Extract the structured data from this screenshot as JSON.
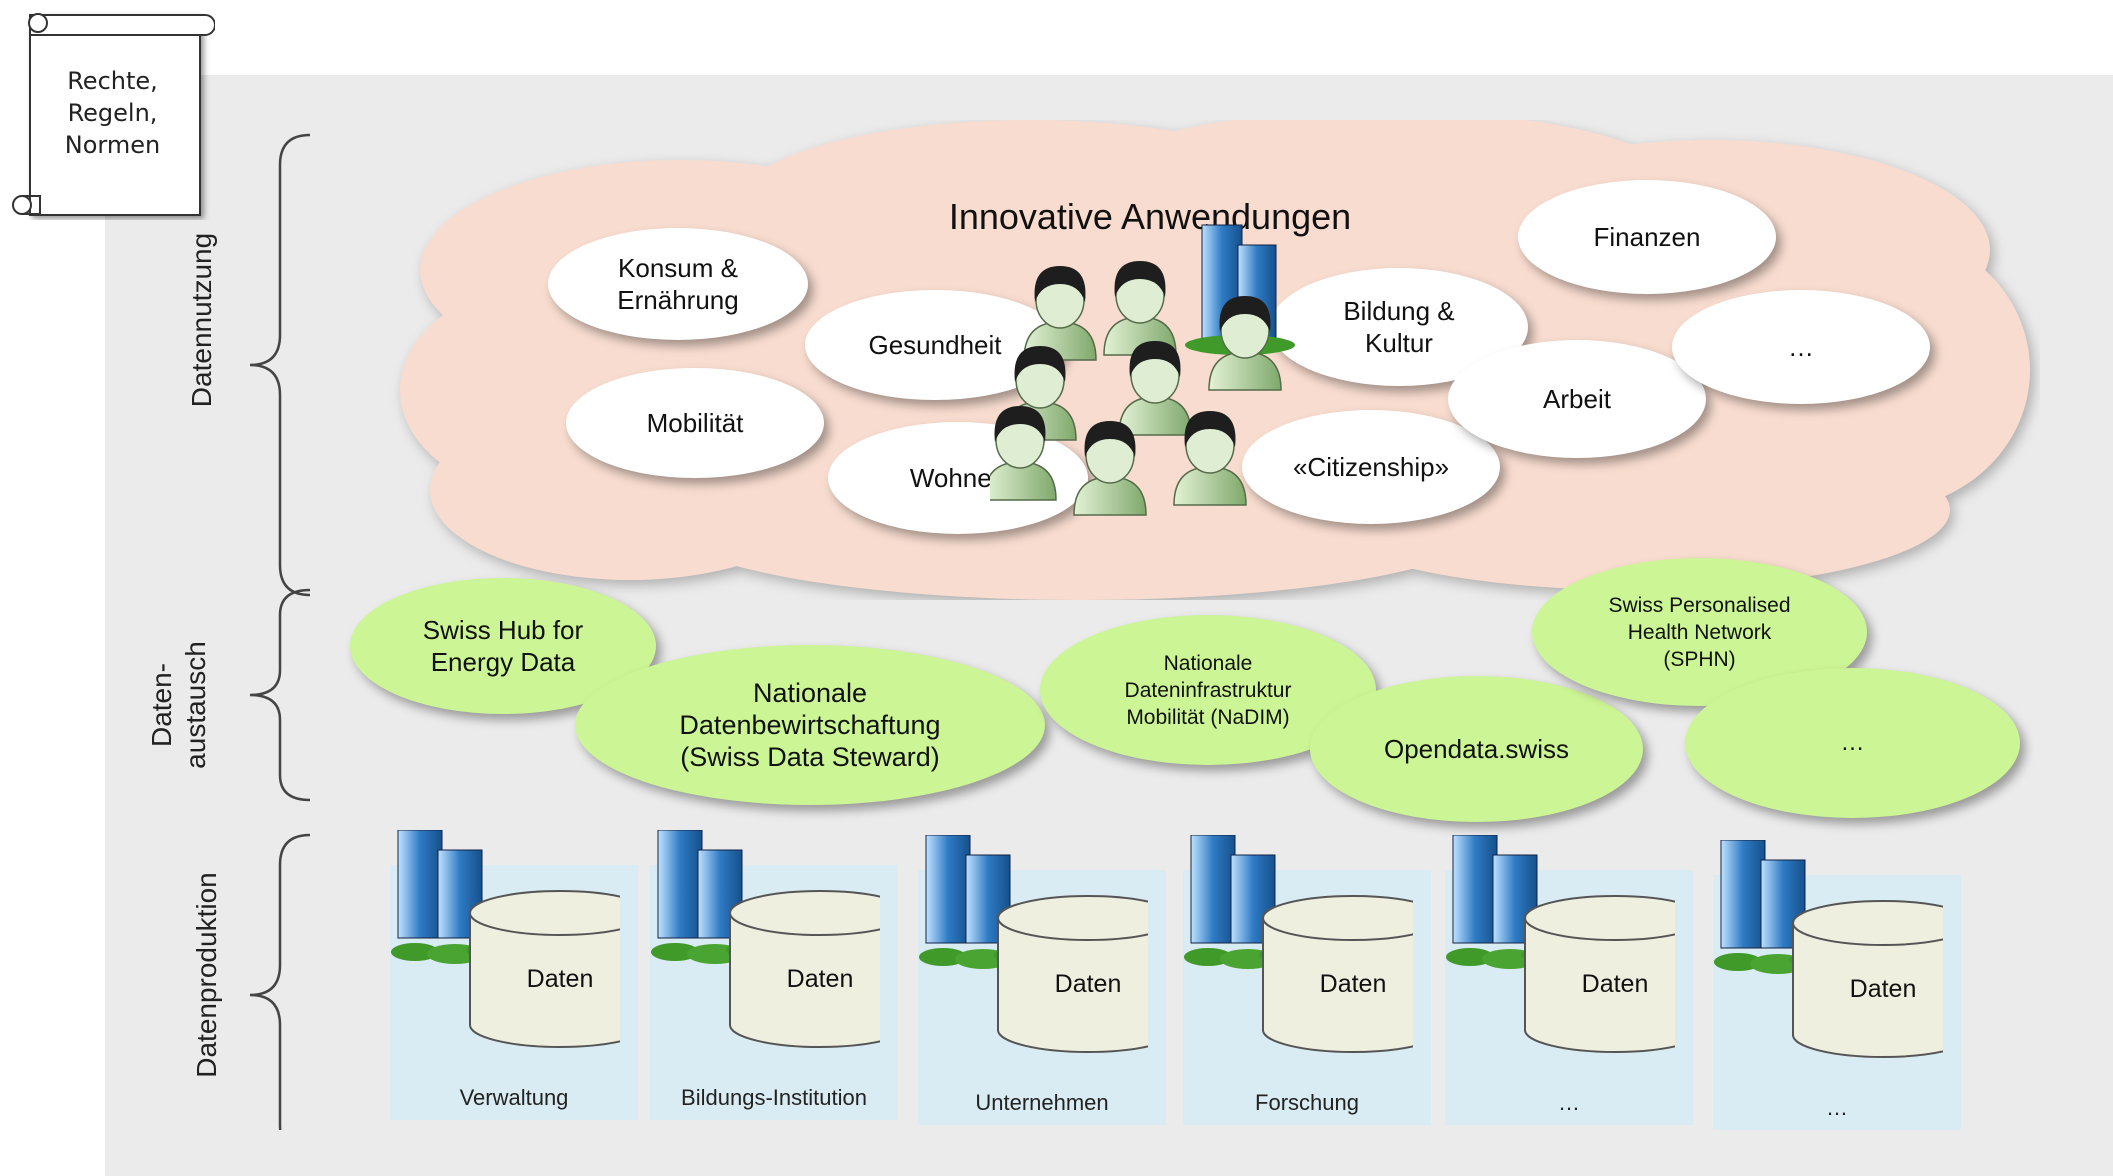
{
  "rules_scroll": {
    "text": "Rechte,\nRegeln,\nNormen"
  },
  "layers": {
    "usage": "Datennutzung",
    "exchange": "Daten-\naustausch",
    "production": "Datenproduktion"
  },
  "cloud_title": "Innovative Anwendungen",
  "usage_bubbles": [
    {
      "label": "Konsum &\nErnährung"
    },
    {
      "label": "Mobilität"
    },
    {
      "label": "Gesundheit"
    },
    {
      "label": "Wohnen"
    },
    {
      "label": "Bildung &\nKultur"
    },
    {
      "label": "«Citizenship»"
    },
    {
      "label": "Arbeit"
    },
    {
      "label": "Finanzen"
    },
    {
      "label": "…"
    }
  ],
  "exchange_bubbles": [
    {
      "label": "Swiss Hub for\nEnergy Data"
    },
    {
      "label": "Nationale\nDatenbewirtschaftung\n(Swiss Data Steward)"
    },
    {
      "label": "Nationale\nDateninfrastruktur\nMobilität (NaDIM)"
    },
    {
      "label": "Opendata.swiss"
    },
    {
      "label": "Swiss Personalised\nHealth Network\n(SPHN)"
    },
    {
      "label": "…"
    }
  ],
  "producers": [
    {
      "db": "Daten",
      "label": "Verwaltung"
    },
    {
      "db": "Daten",
      "label": "Bildungs-Institution"
    },
    {
      "db": "Daten",
      "label": "Unternehmen"
    },
    {
      "db": "Daten",
      "label": "Forschung"
    },
    {
      "db": "Daten",
      "label": "…"
    },
    {
      "db": "Daten",
      "label": "…"
    }
  ],
  "colors": {
    "cloud": "#f8dccf",
    "green_bubble": "#ccf595",
    "producer_bg": "#daecf3",
    "database": "#efefe0",
    "building": "#2f7bc4",
    "person_body": "#a9cf8d"
  }
}
